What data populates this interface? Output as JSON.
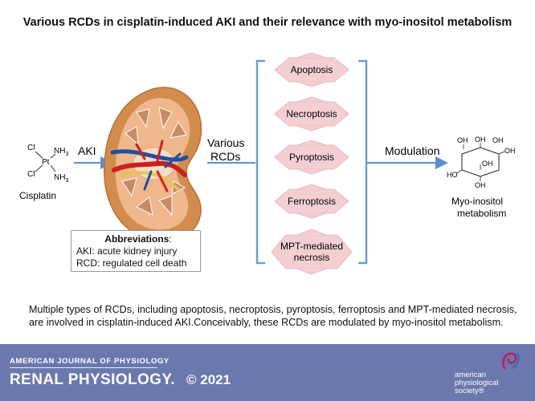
{
  "title": "Various RCDs in cisplatin-induced AKI and their relevance with myo-inositol metabolism",
  "cisplatin": {
    "cl_top": "Cl",
    "cl_bottom": "Cl",
    "pt": "Pt",
    "nh3_top_main": "NH",
    "nh3_top_sub": "3",
    "nh3_bottom_main": "NH",
    "nh3_bottom_sub": "3",
    "label": "Cisplatin"
  },
  "aki_label": "AKI",
  "various_rcds": [
    "Various",
    "RCDs"
  ],
  "rcds": [
    "Apoptosis",
    "Necroptosis",
    "Pyroptosis",
    "Ferroptosis"
  ],
  "mpt_lines": [
    "MPT-mediated",
    "necrosis"
  ],
  "modulation_label": "Modulation",
  "myo": {
    "oh": "OH",
    "ho": "HO",
    "label_line1": "Myo-inositol",
    "label_line2": "metabolism"
  },
  "abbreviations": {
    "heading": "Abbreviations",
    "colon": ":",
    "items": [
      "AKI: acute kidney injury",
      "RCD: regulated cell death"
    ]
  },
  "caption": "Multiple types of RCDs, including apoptosis, necroptosis, pyroptosis, ferroptosis and MPT-mediated necrosis, are involved in cisplatin-induced AKI.Conceivably, these RCDs are modulated by myo-inositol metabolism.",
  "footer": {
    "journal_top": "AMERICAN JOURNAL OF PHYSIOLOGY",
    "journal_main": "RENAL PHYSIOLOGY.",
    "year": "© 2021",
    "society_line1": "american",
    "society_line2": "physiological",
    "society_line3": "society®"
  },
  "colors": {
    "star_fill": "#f3cfd3",
    "star_stroke": "#e8b7bd",
    "bracket": "#6d9dd0",
    "arrow": "#5b8fcf",
    "footer": "#6b78ad",
    "kidney_outer": "#d28c4e",
    "vessel_red": "#cc1f1f",
    "vessel_blue": "#1f4fa0"
  }
}
